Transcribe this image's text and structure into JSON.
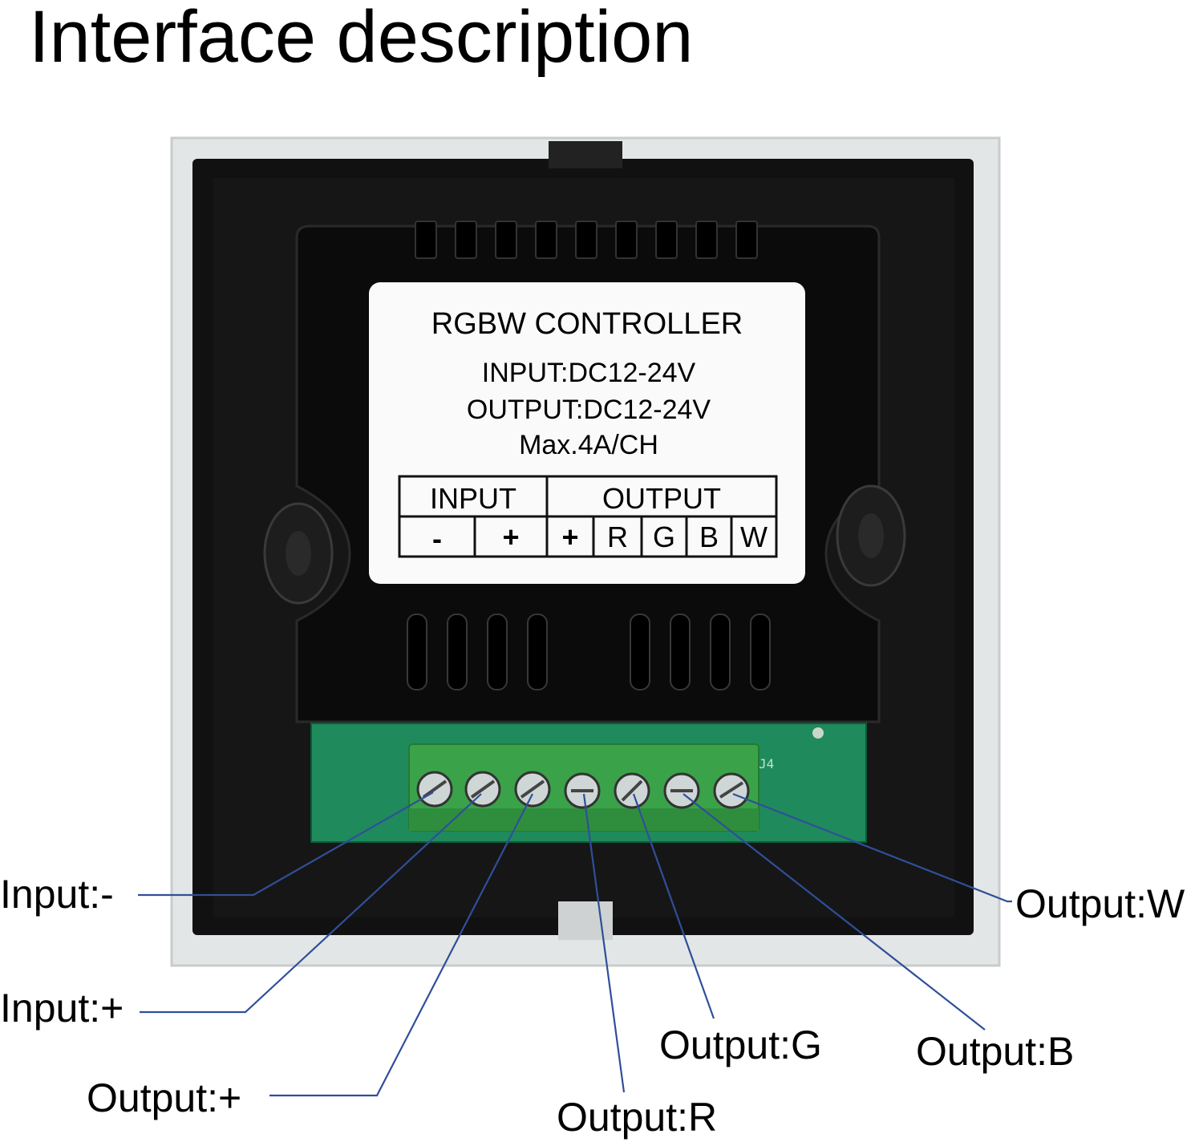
{
  "heading": "Interface description",
  "label": {
    "title": "RGBW CONTROLLER",
    "input_spec": "INPUT:DC12-24V",
    "output_spec": "OUTPUT:DC12-24V",
    "current_spec": "Max.4A/CH",
    "table": {
      "group_input": "INPUT",
      "group_output": "OUTPUT",
      "cells": [
        "-",
        "+",
        "+",
        "R",
        "G",
        "B",
        "W"
      ]
    }
  },
  "terminal_marking": "J4",
  "callouts": {
    "input_minus": "Input:-",
    "input_plus": "Input:+",
    "output_plus": "Output:+",
    "output_r": "Output:R",
    "output_g": "Output:G",
    "output_b": "Output:B",
    "output_w": "Output:W"
  },
  "colors": {
    "leader_line": "#2f4f9a",
    "housing": "#0d0d0d",
    "terminal_block": "#3aa34a",
    "pcb": "#1f8a5b",
    "frame": "#e3e6e6"
  }
}
